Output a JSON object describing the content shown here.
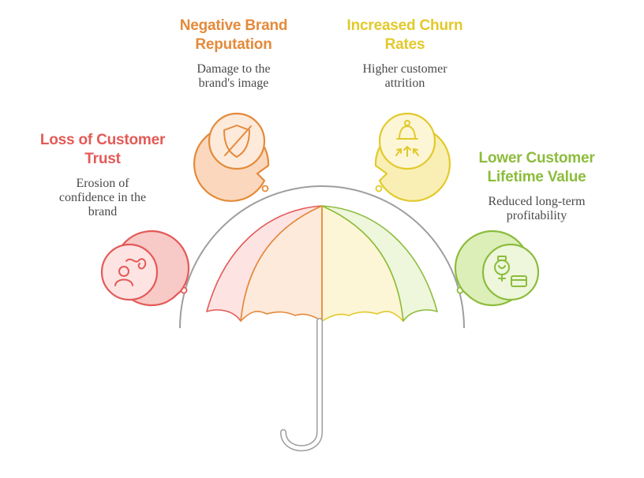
{
  "colors": {
    "red": "#e35a57",
    "orange": "#e48a3a",
    "yellow": "#e2c92b",
    "green": "#8cbc3c",
    "arc_gray": "#9e9e9e",
    "handle_gray": "#b8b8b8"
  },
  "items": [
    {
      "title_lines": [
        "Loss of Customer",
        "Trust"
      ],
      "desc_lines": [
        "Erosion of",
        "confidence in the",
        "brand"
      ],
      "icon": "person-squiggle-icon",
      "color": "#e35a57"
    },
    {
      "title_lines": [
        "Negative Brand",
        "Reputation"
      ],
      "desc_lines": [
        "Damage to the",
        "brand's image"
      ],
      "icon": "shield-slash-icon",
      "color": "#e48a3a"
    },
    {
      "title_lines": [
        "Increased Churn",
        "Rates"
      ],
      "desc_lines": [
        "Higher customer",
        "attrition"
      ],
      "icon": "bell-arrows-icon",
      "color": "#e2c92b"
    },
    {
      "title_lines": [
        "Lower Customer",
        "Lifetime Value"
      ],
      "desc_lines": [
        "Reduced long-term",
        "profitability"
      ],
      "icon": "watch-card-icon",
      "color": "#8cbc3c"
    }
  ]
}
